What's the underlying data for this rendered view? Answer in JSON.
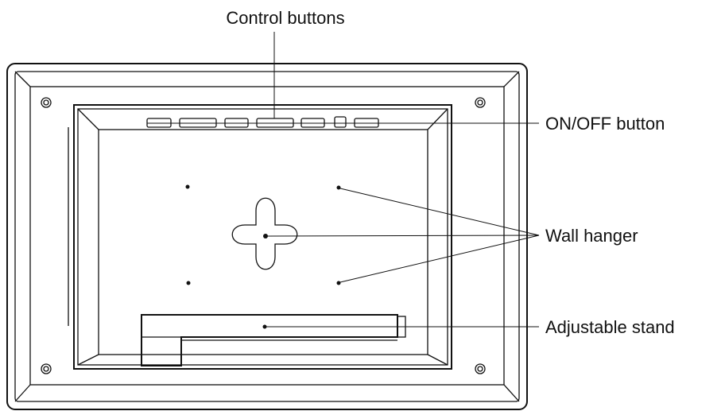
{
  "callouts": {
    "control_buttons": "Control buttons",
    "on_off_button": "ON/OFF button",
    "wall_hanger": "Wall hanger",
    "adjustable_stand": "Adjustable stand"
  },
  "colors": {
    "line": "#111111",
    "background": "#ffffff"
  }
}
